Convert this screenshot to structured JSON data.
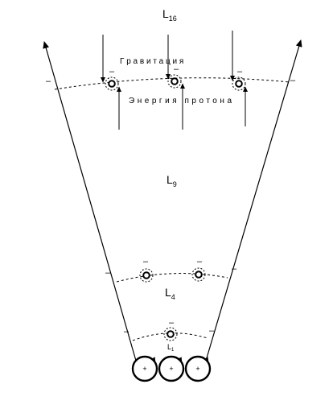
{
  "diagram": {
    "levels": {
      "top": {
        "letter": "L",
        "sub": "16"
      },
      "middle": {
        "letter": "L",
        "sub": "9"
      },
      "lower": {
        "letter": "L",
        "sub": "4"
      },
      "bottom": {
        "letter": "L",
        "sub": "1"
      }
    },
    "labels": {
      "gravity": "Г р а в и т а ц и я",
      "proton_energy": "Энергия протона"
    },
    "electron_sign": "–",
    "proton_sign": "+"
  }
}
